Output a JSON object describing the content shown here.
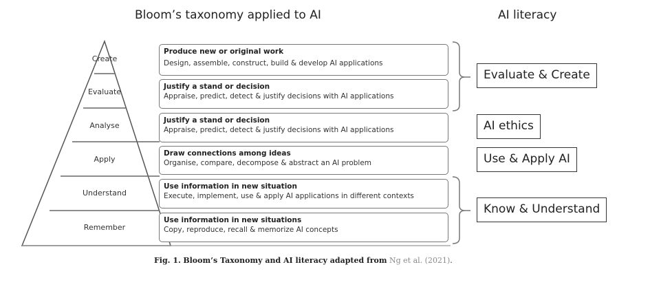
{
  "titles": {
    "left": "Bloom’s taxonomy applied to AI",
    "right": "AI literacy"
  },
  "pyramid": {
    "levels": [
      "Create",
      "Evaluate",
      "Analyse",
      "Apply",
      "Understand",
      "Remember"
    ]
  },
  "levels": [
    {
      "heading": "Produce new or original work",
      "description": "Design, assemble, construct, build & develop AI applications"
    },
    {
      "heading": "Justify a stand or decision",
      "description": "Appraise, predict, detect & justify decisions with AI applications"
    },
    {
      "heading": "Justify a stand or decision",
      "description": "Appraise, predict, detect & justify decisions with AI applications"
    },
    {
      "heading": "Draw connections among ideas",
      "description": "Organise, compare, decompose & abstract an AI problem"
    },
    {
      "heading": "Use information in new situation",
      "description": "Execute, implement, use & apply AI applications in different contexts"
    },
    {
      "heading": "Use information in new situations",
      "description": "Copy, reproduce, recall & memorize AI concepts"
    }
  ],
  "literacy": [
    {
      "label": "Evaluate & Create",
      "spans": [
        "Create",
        "Evaluate"
      ]
    },
    {
      "label": "AI ethics",
      "spans": [
        "Analyse"
      ]
    },
    {
      "label": "Use & Apply AI",
      "spans": [
        "Apply"
      ]
    },
    {
      "label": "Know & Understand",
      "spans": [
        "Understand",
        "Remember"
      ]
    }
  ],
  "caption": {
    "prefix": "Fig. 1.",
    "text": "Bloom’s Taxonomy and AI literacy adapted from",
    "citation": "Ng et al. (2021)",
    "suffix": "."
  },
  "colors": {
    "box_border": "#777777",
    "literacy_border": "#333333",
    "citation": "#8a8a8a"
  }
}
